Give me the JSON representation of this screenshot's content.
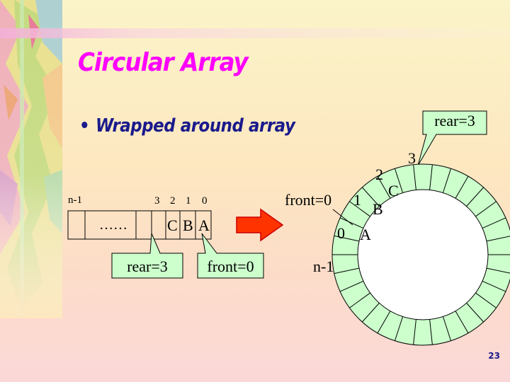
{
  "slide": {
    "title": "Circular Array",
    "bullet": "Wrapped around array",
    "page_number": "23"
  },
  "linear_array": {
    "left_index": "n-1",
    "top_indices": [
      "3",
      "2",
      "1",
      "0"
    ],
    "ellipsis": "……",
    "cells": [
      "C",
      "B",
      "A"
    ],
    "rear_callout": "rear=3",
    "front_callout": "front=0"
  },
  "circular_array": {
    "front_label": "front=0",
    "rear_callout": "rear=3",
    "indices": [
      "0",
      "1",
      "2",
      "3",
      "n-1"
    ],
    "cells": [
      "A",
      "B",
      "C"
    ],
    "segments": 30
  },
  "colors": {
    "title": "#ff00ff",
    "bullet": "#1a1a8c",
    "callout_fill": "#ccffcc",
    "ring_fill": "#ccffcc",
    "arrow_fill": "#ff3300",
    "arrow_stroke": "#cc0000"
  }
}
